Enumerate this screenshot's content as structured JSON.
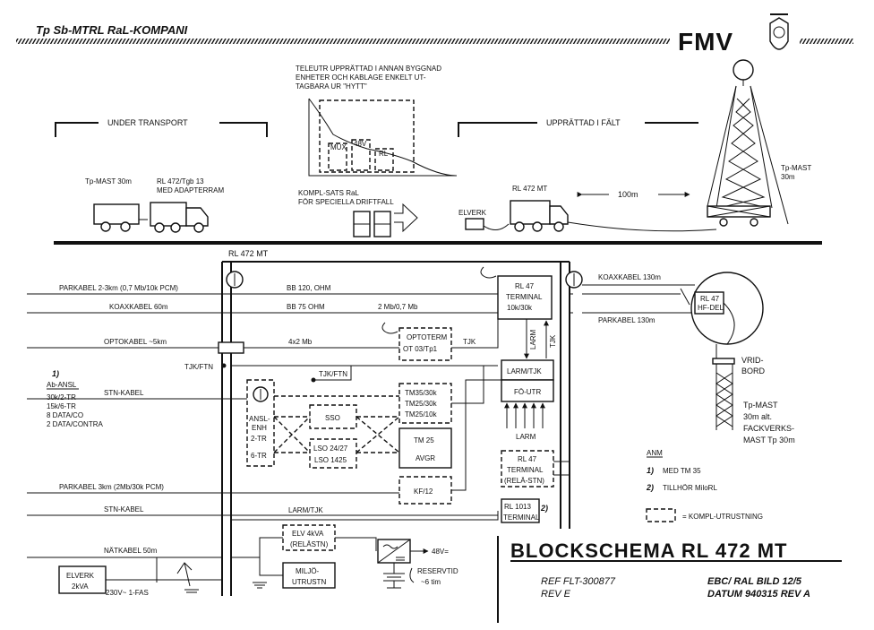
{
  "header": {
    "company": "Tp Sb-MTRL RaL-KOMPANI",
    "logo": "FMV"
  },
  "top": {
    "under_transport": "UNDER TRANSPORT",
    "upprattad": "UPPRÄTTAD I FÄLT",
    "teleutr": [
      "TELEUTR UPPRÄTTAD I ANNAN BYGGNAD",
      "ENHETER OCH KABLAGE ENKELT UT-",
      "TAGBARA UR \"HYTT\""
    ],
    "mux": "MUX",
    "v48": "48V",
    "rl": "RL",
    "kompl": [
      "KOMPL-SATS RaL",
      "FÖR SPECIELLA DRIFTFALL"
    ],
    "tp_mast_left": "Tp-MAST 30m",
    "rl472_tgb": [
      "RL 472/Tgb 13",
      "MED ADAPTERRAM"
    ],
    "rl472mt_field": "RL 472 MT",
    "elverk_field": "ELVERK",
    "distance": "100m",
    "tp_mast_right": [
      "Tp-MAST",
      "30m"
    ]
  },
  "block": {
    "rl472mt": "RL 472 MT",
    "left_lines": {
      "parkabel": "PARKABEL 2-3km (0,7 Mb/10k PCM)",
      "koaxkabel": "KOAXKABEL 60m",
      "optokabel": "OPTOKABEL ~5km",
      "tjk_ftn": "TJK/FTN",
      "stn_kabel": "STN-KABEL",
      "parkabel3": "PARKABEL 3km (2Mb/30k PCM)",
      "stn_kabel2": "STN-KABEL",
      "natkabel": "NÄTKABEL 50m",
      "fas": "230V~ 1-FAS"
    },
    "note1": "1)",
    "ab_ansl": [
      "Ab-ANSL",
      "30k/2-TR",
      "15k/6-TR",
      "8 DATA/CO",
      "2 DATA/CONTRA"
    ],
    "inner": {
      "bb120": "BB 120, OHM",
      "bb75": "BB 75 OHM",
      "mb2": "2 Mb/0,7 Mb",
      "mb4x2": "4x2 Mb",
      "tjk_ftn_inner": "TJK/FTN",
      "tjk": "TJK",
      "larm": "LARM",
      "tjk_v": "TJK",
      "larm_v": "LARM",
      "larm_tjk_bottom": "LARM/TJK"
    },
    "boxes": {
      "rl47_term": [
        "RL 47",
        "TERMINAL",
        "10k/30k"
      ],
      "optoterm": [
        "OPTOTERM",
        "OT 03/Tp1"
      ],
      "larm_tjk": "LARM/TJK",
      "fo_utr": "FÖ-UTR",
      "ansl": [
        "ANSL-",
        "ENH",
        "2-TR",
        "6-TR"
      ],
      "sso": "SSO",
      "lso": [
        "LSO 24/27",
        "LSO 1425"
      ],
      "tm35": [
        "TM35/30k",
        "TM25/30k",
        "TM25/10k"
      ],
      "tm25": [
        "TM 25",
        "AVGR"
      ],
      "kf12": "KF/12",
      "rl47_rela": [
        "RL 47",
        "TERMINAL",
        "(RELÄ-STN)"
      ],
      "rl1013": [
        "RL 1013",
        "TERMINAL"
      ],
      "note2": "2)",
      "elv": [
        "ELV 4kVA",
        "(RELÄSTN)"
      ],
      "miljo": [
        "MILJÖ-",
        "UTRUSTN"
      ],
      "v48": "48V=",
      "reservtid": [
        "RESERVTID",
        "~6 tim"
      ],
      "elverk": [
        "ELVERK",
        "2kVA"
      ]
    },
    "right": {
      "koax130": "KOAXKABEL 130m",
      "park130": "PARKABEL 130m",
      "hfdel": [
        "RL 47",
        "HF-DEL"
      ],
      "vridbord": [
        "VRID-",
        "BORD"
      ],
      "mast": [
        "Tp-MAST",
        "30m alt.",
        "FACKVERKS-",
        "MAST Tp 30m"
      ]
    },
    "anm": {
      "title": "ANM",
      "n1": "1)",
      "t1": "MED TM 35",
      "n2": "2)",
      "t2": "TILLHÖR MiloRL",
      "legend": "= KOMPL-UTRUSTNING"
    }
  },
  "footer": {
    "title": "BLOCKSCHEMA  RL 472 MT",
    "ref": "REF FLT-300877",
    "rev": "REV E",
    "ebc": "EBC/ RAL BILD 12/5",
    "datum": "DATUM 940315 REV A"
  }
}
